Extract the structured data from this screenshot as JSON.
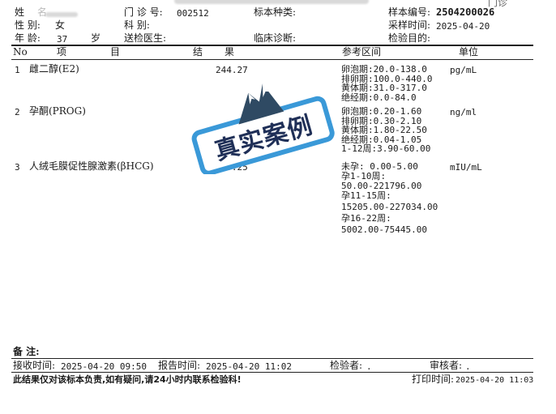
{
  "header": {
    "name_label": "姓",
    "name_value": "名",
    "clinic_label": "门 诊 号:",
    "clinic_value": "002512",
    "specimen_label": "标本种类:",
    "sample_no_label": "样本编号:",
    "sample_no_value": "2504200026",
    "corner_text": "门诊",
    "gender_label": "性  别:",
    "gender_value": "女",
    "dept_label": "科   别:",
    "collect_label": "采样时间:",
    "collect_value": "2025-04-20",
    "age_label": "年  龄:",
    "age_value": "37",
    "age_unit": "岁",
    "doctor_label": "送检医生:",
    "diagnosis_label": "临床诊断:",
    "purpose_label": "检验目的:"
  },
  "columns": {
    "no": "No",
    "item_a": "项",
    "item_b": "目",
    "result_a": "结",
    "result_b": "果",
    "ref": "参考区间",
    "unit": "单位"
  },
  "rows": [
    {
      "no": "1",
      "name": "雌二醇(E2)",
      "result": "244.27",
      "unit": "pg/mL",
      "ref": [
        "卵泡期:20.0-138.0",
        "排卵期:100.0-440.0",
        "黄体期:31.0-317.0",
        "绝经期:0.0-84.0"
      ]
    },
    {
      "no": "2",
      "name": "孕酮(PROG)",
      "result": "",
      "unit": "ng/ml",
      "ref": [
        "卵泡期:0.20-1.60",
        "排卵期:0.30-2.10",
        "黄体期:1.80-22.50",
        "绝经期:0.04-1.05",
        "1-12周:3.90-60.00"
      ]
    },
    {
      "no": "3",
      "name": "人绒毛膜促性腺激素(βHCG)",
      "result": "105.25",
      "unit": "mIU/mL",
      "ref": [
        "未孕: 0.00-5.00",
        "孕1-10周:",
        "50.00-221796.00",
        "孕11-15周:",
        "15205.00-227034.00",
        "孕16-22周:",
        "5002.00-75445.00"
      ]
    }
  ],
  "footer": {
    "remark_label": "备  注:",
    "receive_label": "接收时间:",
    "receive_value": "2025-04-20  09:50",
    "report_label": "报告时间:",
    "report_value": "2025-04-20  11:02",
    "tester_label": "检验者:",
    "tester_value": ".",
    "reviewer_label": "审核者:",
    "reviewer_value": ".",
    "disclaimer": "此结果仅对该标本负责,如有疑问,请24小时内联系检验科!",
    "print_label": "打印时间:",
    "print_value": "2025-04-20  11:03"
  },
  "watermark": {
    "text": "真实案例",
    "colors": {
      "border": "#3a99d8",
      "mountain": "#2f4a63",
      "text": "#1f2f57",
      "fill": "#ffffff"
    }
  }
}
